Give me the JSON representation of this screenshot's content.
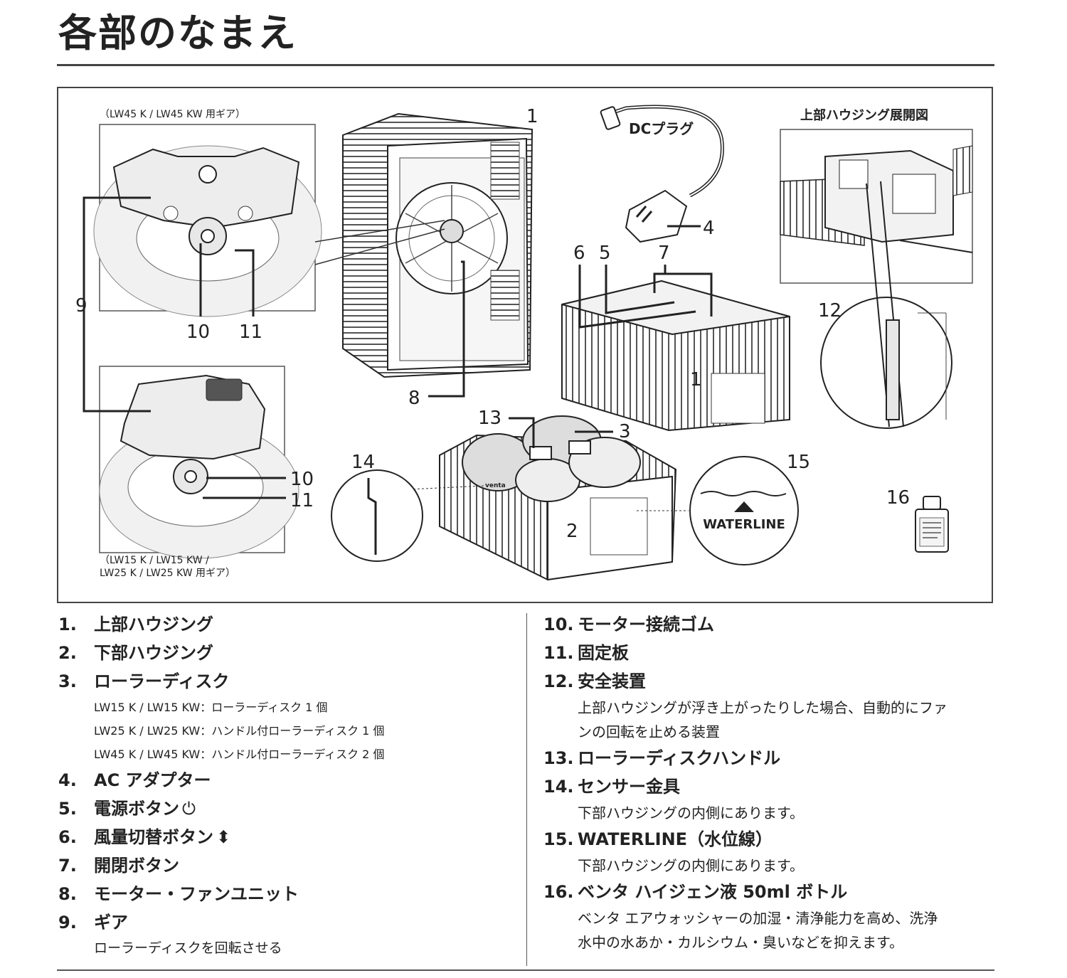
{
  "page": {
    "title": "各部のなまえ"
  },
  "diagram": {
    "gear_top_caption": "（LW45 K  / LW45 KW 用ギア）",
    "gear_bottom_caption_line1": "（LW15 K / LW15 KW /",
    "gear_bottom_caption_line2": " LW25 K / LW25 KW 用ギア）",
    "dc_plug_label": "DCプラグ",
    "exploded_view_title": "上部ハウジング展開図",
    "waterline_text": "WATERLINE",
    "brand_mark": "venta",
    "callouts": {
      "c1a": "1",
      "c1b": "1",
      "c2": "2",
      "c3": "3",
      "c4": "4",
      "c5": "5",
      "c6": "6",
      "c7": "7",
      "c8": "8",
      "c9": "9",
      "c10a": "10",
      "c10b": "10",
      "c11a": "11",
      "c11b": "11",
      "c12": "12",
      "c13": "13",
      "c14": "14",
      "c15": "15",
      "c16": "16"
    }
  },
  "parts_left": [
    {
      "num": "1.",
      "name": "上部ハウジング"
    },
    {
      "num": "2.",
      "name": "下部ハウジング"
    },
    {
      "num": "3.",
      "name": "ローラーディスク",
      "notes": [
        "LW15 K / LW15 KW：ローラーディスク 1 個",
        "LW25 K / LW25 KW：ハンドル付ローラーディスク 1 個",
        "LW45 K / LW45 KW：ハンドル付ローラーディスク 2 個"
      ]
    },
    {
      "num": "4.",
      "name": "AC アダプター"
    },
    {
      "num": "5.",
      "name": "電源ボタン",
      "symbol": "⏻"
    },
    {
      "num": "6.",
      "name": "風量切替ボタン",
      "symbol": "⬍"
    },
    {
      "num": "7.",
      "name": "開閉ボタン"
    },
    {
      "num": "8.",
      "name": "モーター・ファンユニット"
    },
    {
      "num": "9.",
      "name": "ギア",
      "desc": "ローラーディスクを回転させる"
    }
  ],
  "parts_right": [
    {
      "num": "10.",
      "name": "モーター接続ゴム"
    },
    {
      "num": "11.",
      "name": "固定板"
    },
    {
      "num": "12.",
      "name": "安全装置",
      "desc_lines": [
        "上部ハウジングが浮き上がったりした場合、自動的にファ",
        "ンの回転を止める装置"
      ]
    },
    {
      "num": "13.",
      "name": "ローラーディスクハンドル"
    },
    {
      "num": "14.",
      "name": "センサー金具",
      "desc": "下部ハウジングの内側にあります。"
    },
    {
      "num": "15.",
      "name": "WATERLINE（水位線）",
      "desc": "下部ハウジングの内側にあります。"
    },
    {
      "num": "16.",
      "name": "ベンタ ハイジェン液 50ml ボトル",
      "desc_lines": [
        "ベンタ エアウォッシャーの加湿・清浄能力を高め、洗浄",
        "水中の水あか・カルシウム・臭いなどを抑えます。"
      ]
    }
  ]
}
